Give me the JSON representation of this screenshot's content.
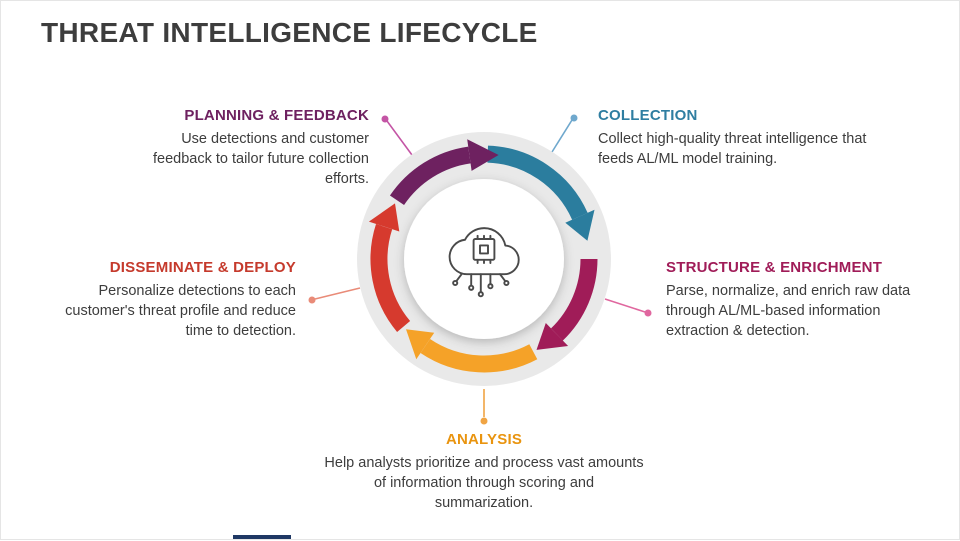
{
  "slide": {
    "title": "THREAT INTELLIGENCE LIFECYCLE",
    "footer_bar_color": "#1f3864"
  },
  "diagram": {
    "ring_bg_color": "#e9e9e9",
    "center_bg_color": "#ffffff",
    "icon": {
      "name": "cloud-ai-icon",
      "stroke_color": "#4a4a4a"
    }
  },
  "stages": [
    {
      "id": "planning-feedback",
      "label": "PLANNING & FEEDBACK",
      "description": "Use detections and customer feedback to tailor future collection efforts.",
      "heading_color": "#6e2160",
      "arrow_color": "#6e2160",
      "connector_color": "#c455a5"
    },
    {
      "id": "collection",
      "label": "COLLECTION",
      "description": "Collect high-quality threat intelligence that feeds AL/ML model training.",
      "heading_color": "#2f7ea1",
      "arrow_color": "#2b7d9e",
      "connector_color": "#6fa8cd"
    },
    {
      "id": "structure-enrichment",
      "label": "STRUCTURE & ENRICHMENT",
      "description": "Parse, normalize, and enrich raw data through AL/ML-based information extraction & detection.",
      "heading_color": "#a01c58",
      "arrow_color": "#a01c58",
      "connector_color": "#e0679f"
    },
    {
      "id": "analysis",
      "label": "ANALYSIS",
      "description": "Help analysts prioritize and process vast amounts of information through scoring and summarization.",
      "heading_color": "#e9940f",
      "arrow_color": "#f5a228",
      "connector_color": "#f0a443"
    },
    {
      "id": "disseminate-deploy",
      "label": "DISSEMINATE & DEPLOY",
      "description": "Personalize detections to each customer's threat profile and reduce time to detection.",
      "heading_color": "#c53a2c",
      "arrow_color": "#d63a2e",
      "connector_color": "#e98b78"
    }
  ]
}
